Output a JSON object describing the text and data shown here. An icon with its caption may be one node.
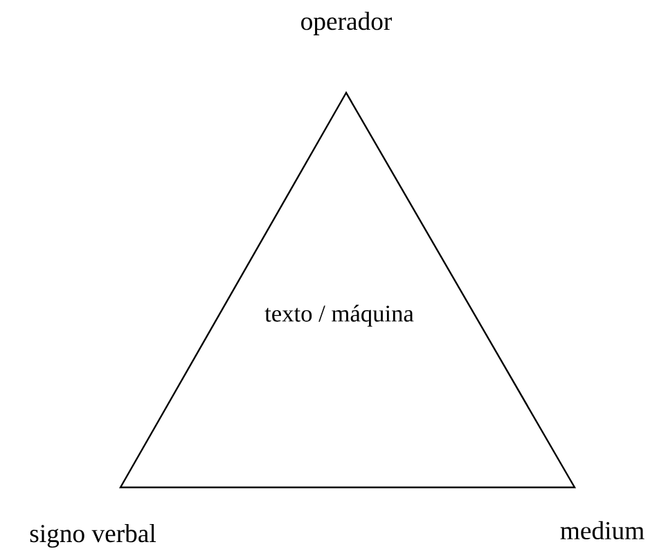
{
  "diagram": {
    "nodes": [
      {
        "text": [
          "texto / máquina"
        ]
      }
    ],
    "labels": [
      "operador",
      "signo verbal",
      "medium"
    ]
  }
}
